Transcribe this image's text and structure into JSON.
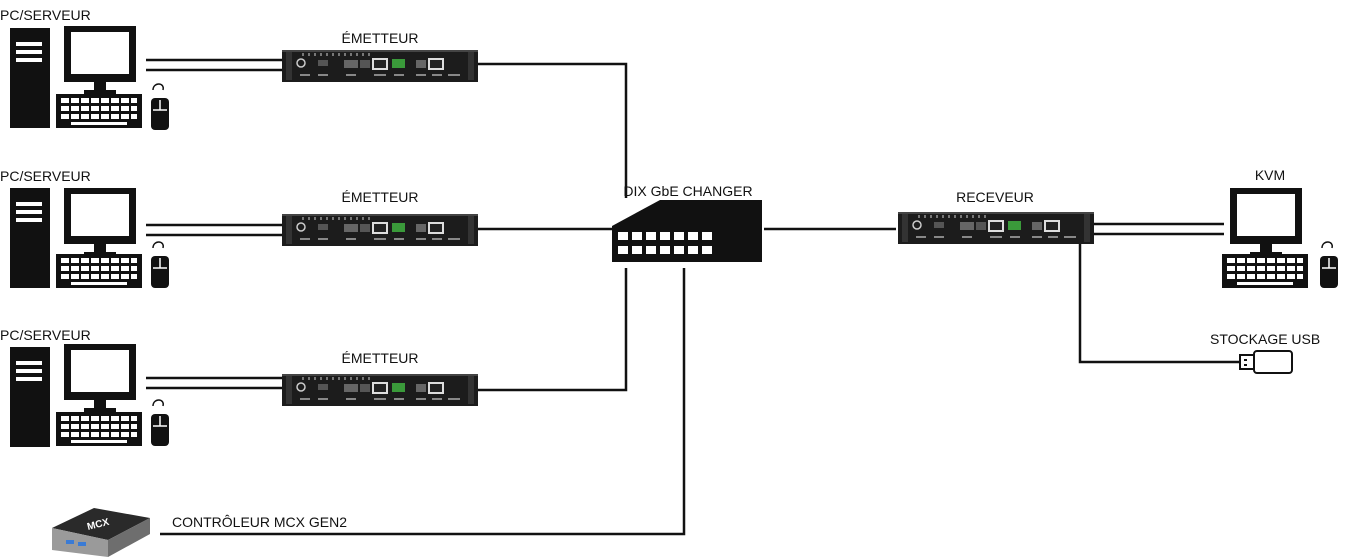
{
  "labels": {
    "pc_server_1": "PC/SERVEUR",
    "pc_server_2": "PC/SERVEUR",
    "pc_server_3": "PC/SERVEUR",
    "transmitter_1": "ÉMETTEUR",
    "transmitter_2": "ÉMETTEUR",
    "transmitter_3": "ÉMETTEUR",
    "switch": "DIX GbE CHANGER",
    "receiver": "RECEVEUR",
    "kvm": "KVM",
    "usb_storage": "STOCKAGE USB",
    "controller": "CONTRÔLEUR MCX GEN2",
    "controller_logo": "MCX"
  },
  "colors": {
    "line": "#111111",
    "device_body": "#1c1c1c",
    "controller_top": "#2a2a2a",
    "controller_side": "#9a9a9a"
  }
}
